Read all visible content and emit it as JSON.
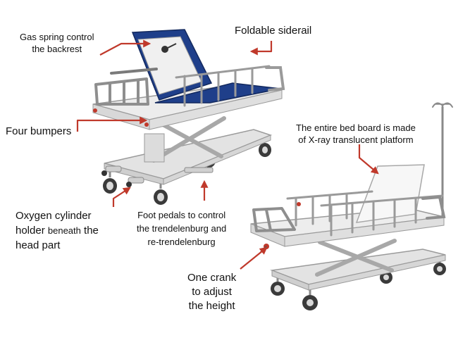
{
  "colors": {
    "arrow": "#c0392b",
    "frame": "#e3e3e3",
    "frame_edge": "#9a9a9a",
    "mattress": "#1f3f8a",
    "mattress_edge": "#13295e",
    "rail": "#b7b7b7",
    "rail_edge": "#6f6f6f",
    "board": "#f7f7f7",
    "wheel": "#3a3a3a",
    "hub": "#d9d9d9",
    "text": "#111111"
  },
  "labels": {
    "gas_spring": [
      "Gas spring control",
      "the backrest"
    ],
    "foldable_siderail": "Foldable siderail",
    "four_bumpers": "Four bumpers",
    "oxygen_holder": {
      "line1": "Oxygen cylinder",
      "line2_a": "holder",
      "line2_b": "beneath",
      "line2_c": "the",
      "line3": "head part"
    },
    "foot_pedals": [
      "Foot pedals to control",
      "the trendelenburg and",
      "re-trendelenburg"
    ],
    "bed_board": [
      "The entire bed board is made",
      "of X-ray translucent platform"
    ],
    "crank": [
      "One crank",
      "to adjust",
      "the height"
    ]
  }
}
